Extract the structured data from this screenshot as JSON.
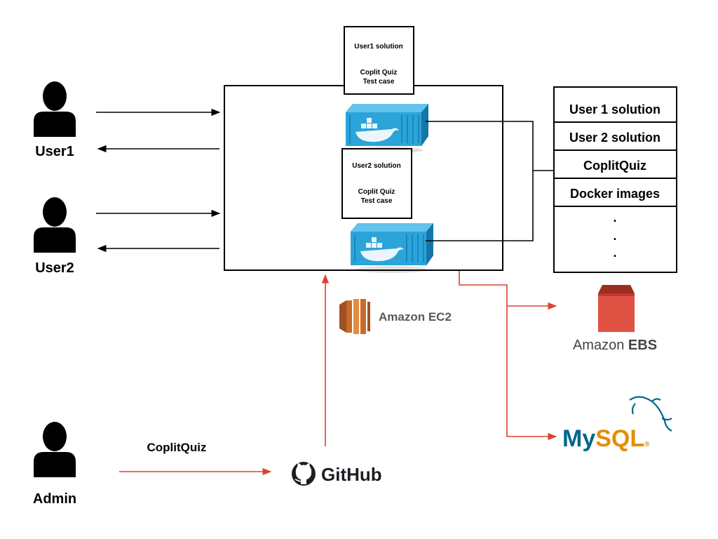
{
  "actors": [
    {
      "label": "User1"
    },
    {
      "label": "User2"
    },
    {
      "label": "Admin"
    }
  ],
  "containers": [
    {
      "solution_label": "User1 solution",
      "quiz_label": "Coplit Quiz",
      "test_label": "Test case"
    },
    {
      "solution_label": "User2 solution",
      "quiz_label": "Coplit Quiz",
      "test_label": "Test case"
    }
  ],
  "storage_list": {
    "items": [
      "User 1 solution",
      "User 2 solution",
      "CoplitQuiz",
      "Docker images"
    ],
    "ellipsis": [
      ".",
      ".",
      "."
    ]
  },
  "services": {
    "ec2": "Amazon EC2",
    "ebs_prefix": "Amazon ",
    "ebs_suffix": "EBS",
    "mysql_my": "My",
    "mysql_sql": "SQL",
    "mysql_reg": "®",
    "github": "GitHub"
  },
  "admin_flow_label": "CoplitQuiz",
  "colors": {
    "flow_red": "#d9432f",
    "ec2_orange": "#c96b28",
    "ebs_red": "#e05243",
    "mysql_blue": "#00678c",
    "mysql_orange": "#e48e00",
    "docker_blue": "#2ba4d9"
  }
}
